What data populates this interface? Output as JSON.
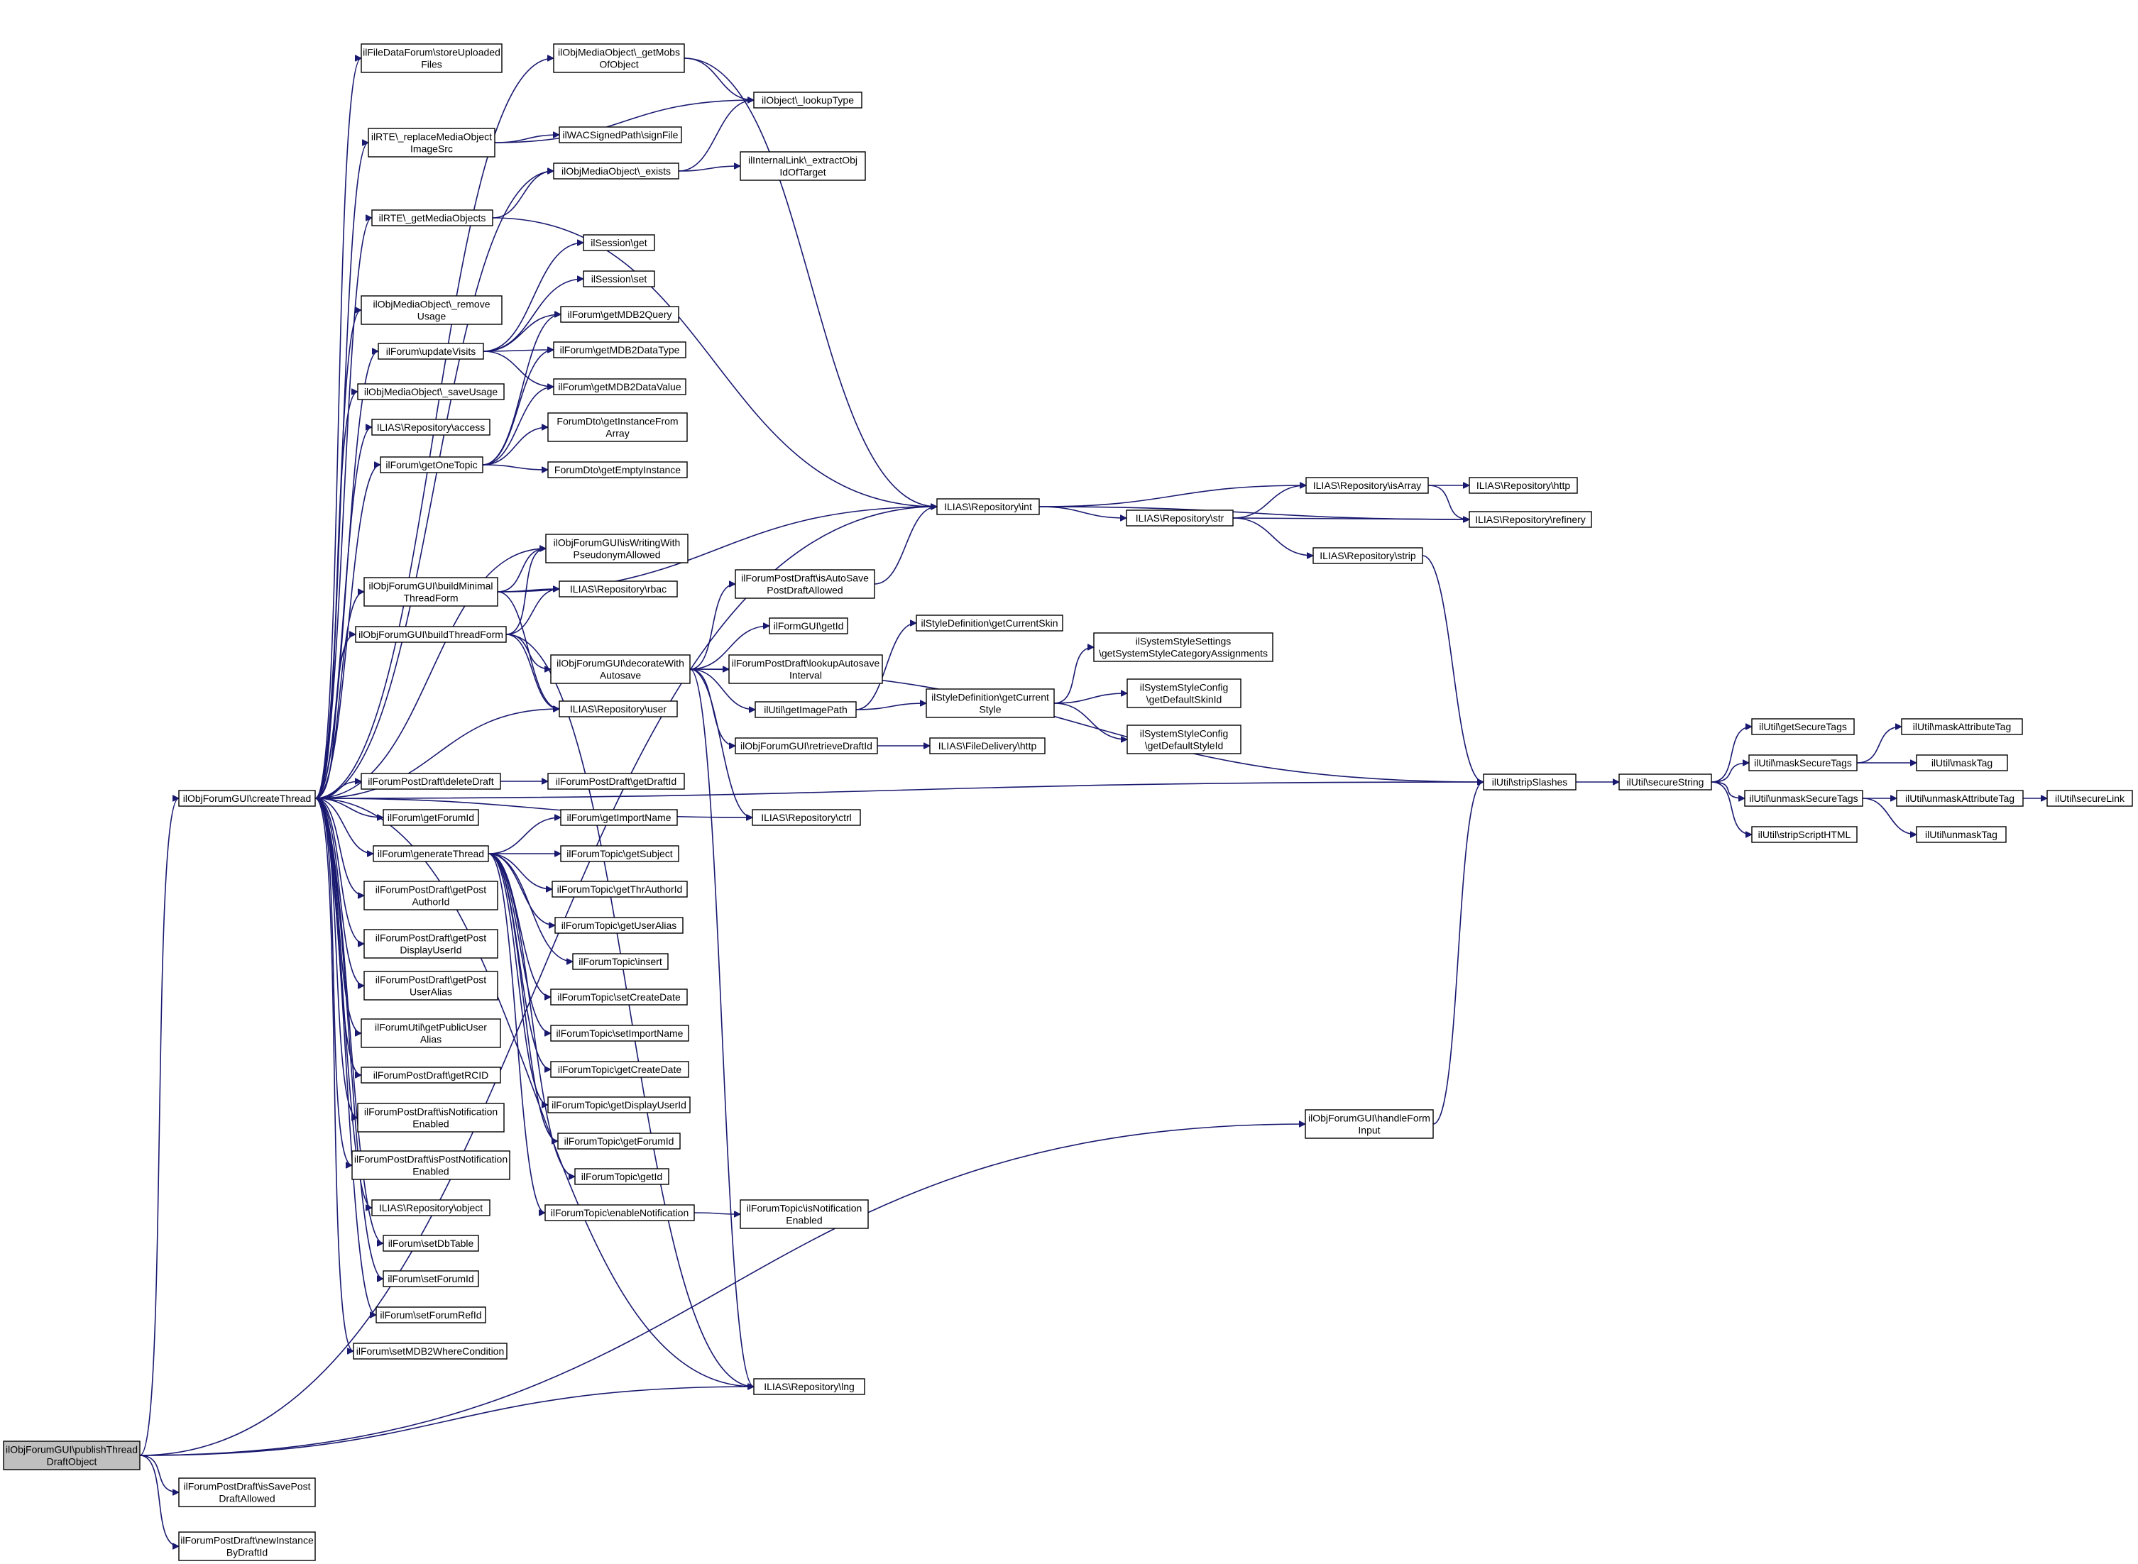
{
  "diagram": {
    "nodes": [
      {
        "id": "publishThreadDraftObject",
        "lines": [
          "ilObjForumGUI\\publishThread",
          "DraftObject"
        ],
        "root": true
      },
      {
        "id": "createThread",
        "lines": [
          "ilObjForumGUI\\createThread"
        ]
      },
      {
        "id": "isSavePostDraftAllowed",
        "lines": [
          "ilForumPostDraft\\isSavePost",
          "DraftAllowed"
        ]
      },
      {
        "id": "newInstanceByDraftId",
        "lines": [
          "ilForumPostDraft\\newInstance",
          "ByDraftId"
        ]
      },
      {
        "id": "storeUploadedFiles",
        "lines": [
          "ilFileDataForum\\storeUploaded",
          "Files"
        ]
      },
      {
        "id": "replaceMediaObjectImageSrc",
        "lines": [
          "ilRTE\\_replaceMediaObject",
          "ImageSrc"
        ]
      },
      {
        "id": "getMediaObjects",
        "lines": [
          "ilRTE\\_getMediaObjects"
        ]
      },
      {
        "id": "removeUsage",
        "lines": [
          "ilObjMediaObject\\_remove",
          "Usage"
        ]
      },
      {
        "id": "updateVisits",
        "lines": [
          "ilForum\\updateVisits"
        ]
      },
      {
        "id": "saveUsage",
        "lines": [
          "ilObjMediaObject\\_saveUsage"
        ]
      },
      {
        "id": "repoAccess",
        "lines": [
          "ILIAS\\Repository\\access"
        ]
      },
      {
        "id": "getOneTopic",
        "lines": [
          "ilForum\\getOneTopic"
        ]
      },
      {
        "id": "buildMinimalThreadForm",
        "lines": [
          "ilObjForumGUI\\buildMinimal",
          "ThreadForm"
        ]
      },
      {
        "id": "buildThreadForm",
        "lines": [
          "ilObjForumGUI\\buildThreadForm"
        ]
      },
      {
        "id": "deleteDraft",
        "lines": [
          "ilForumPostDraft\\deleteDraft"
        ]
      },
      {
        "id": "getForumId",
        "lines": [
          "ilForum\\getForumId"
        ]
      },
      {
        "id": "generateThread",
        "lines": [
          "ilForum\\generateThread"
        ]
      },
      {
        "id": "getPostAuthorId",
        "lines": [
          "ilForumPostDraft\\getPost",
          "AuthorId"
        ]
      },
      {
        "id": "getPostDisplayUserId",
        "lines": [
          "ilForumPostDraft\\getPost",
          "DisplayUserId"
        ]
      },
      {
        "id": "getPostUserAlias",
        "lines": [
          "ilForumPostDraft\\getPost",
          "UserAlias"
        ]
      },
      {
        "id": "getPublicUserAlias",
        "lines": [
          "ilForumUtil\\getPublicUser",
          "Alias"
        ]
      },
      {
        "id": "getRCID",
        "lines": [
          "ilForumPostDraft\\getRCID"
        ]
      },
      {
        "id": "isNotificationEnabled",
        "lines": [
          "ilForumPostDraft\\isNotification",
          "Enabled"
        ]
      },
      {
        "id": "isPostNotificationEnabled",
        "lines": [
          "ilForumPostDraft\\isPostNotification",
          "Enabled"
        ]
      },
      {
        "id": "repoObject",
        "lines": [
          "ILIAS\\Repository\\object"
        ]
      },
      {
        "id": "setDbTable",
        "lines": [
          "ilForum\\setDbTable"
        ]
      },
      {
        "id": "setForumId",
        "lines": [
          "ilForum\\setForumId"
        ]
      },
      {
        "id": "setForumRefId",
        "lines": [
          "ilForum\\setForumRefId"
        ]
      },
      {
        "id": "setMDB2WhereCondition",
        "lines": [
          "ilForum\\setMDB2WhereCondition"
        ]
      },
      {
        "id": "getMobsOfObject",
        "lines": [
          "ilObjMediaObject\\_getMobs",
          "OfObject"
        ]
      },
      {
        "id": "signFile",
        "lines": [
          "ilWACSignedPath\\signFile"
        ]
      },
      {
        "id": "mobExists",
        "lines": [
          "ilObjMediaObject\\_exists"
        ]
      },
      {
        "id": "sessionGet",
        "lines": [
          "ilSession\\get"
        ]
      },
      {
        "id": "sessionSet",
        "lines": [
          "ilSession\\set"
        ]
      },
      {
        "id": "getMDB2Query",
        "lines": [
          "ilForum\\getMDB2Query"
        ]
      },
      {
        "id": "getMDB2DataType",
        "lines": [
          "ilForum\\getMDB2DataType"
        ]
      },
      {
        "id": "getMDB2DataValue",
        "lines": [
          "ilForum\\getMDB2DataValue"
        ]
      },
      {
        "id": "getInstanceFromArray",
        "lines": [
          "ForumDto\\getInstanceFrom",
          "Array"
        ]
      },
      {
        "id": "getEmptyInstance",
        "lines": [
          "ForumDto\\getEmptyInstance"
        ]
      },
      {
        "id": "isWritingWithPseudonymAllowed",
        "lines": [
          "ilObjForumGUI\\isWritingWith",
          "PseudonymAllowed"
        ]
      },
      {
        "id": "repoRbac",
        "lines": [
          "ILIAS\\Repository\\rbac"
        ]
      },
      {
        "id": "decorateWithAutosave",
        "lines": [
          "ilObjForumGUI\\decorateWith",
          "Autosave"
        ]
      },
      {
        "id": "repoUser",
        "lines": [
          "ILIAS\\Repository\\user"
        ]
      },
      {
        "id": "getDraftId",
        "lines": [
          "ilForumPostDraft\\getDraftId"
        ]
      },
      {
        "id": "getImportName",
        "lines": [
          "ilForum\\getImportName"
        ]
      },
      {
        "id": "getSubject",
        "lines": [
          "ilForumTopic\\getSubject"
        ]
      },
      {
        "id": "getThrAuthorId",
        "lines": [
          "ilForumTopic\\getThrAuthorId"
        ]
      },
      {
        "id": "getUserAlias",
        "lines": [
          "ilForumTopic\\getUserAlias"
        ]
      },
      {
        "id": "topicInsert",
        "lines": [
          "ilForumTopic\\insert"
        ]
      },
      {
        "id": "setCreateDate",
        "lines": [
          "ilForumTopic\\setCreateDate"
        ]
      },
      {
        "id": "setImportName",
        "lines": [
          "ilForumTopic\\setImportName"
        ]
      },
      {
        "id": "getCreateDate",
        "lines": [
          "ilForumTopic\\getCreateDate"
        ]
      },
      {
        "id": "getDisplayUserId",
        "lines": [
          "ilForumTopic\\getDisplayUserId"
        ]
      },
      {
        "id": "topicGetForumId",
        "lines": [
          "ilForumTopic\\getForumId"
        ]
      },
      {
        "id": "topicGetId",
        "lines": [
          "ilForumTopic\\getId"
        ]
      },
      {
        "id": "enableNotification",
        "lines": [
          "ilForumTopic\\enableNotification"
        ]
      },
      {
        "id": "repoLng",
        "lines": [
          "ILIAS\\Repository\\lng"
        ]
      },
      {
        "id": "lookupType",
        "lines": [
          "ilObject\\_lookupType"
        ]
      },
      {
        "id": "extractObjIdOfTarget",
        "lines": [
          "ilInternalLink\\_extractObj",
          "IdOfTarget"
        ]
      },
      {
        "id": "isAutoSavePostDraftAllowed",
        "lines": [
          "ilForumPostDraft\\isAutoSave",
          "PostDraftAllowed"
        ]
      },
      {
        "id": "formGetId",
        "lines": [
          "ilFormGUI\\getId"
        ]
      },
      {
        "id": "lookupAutosaveInterval",
        "lines": [
          "ilForumPostDraft\\lookupAutosave",
          "Interval"
        ]
      },
      {
        "id": "getImagePath",
        "lines": [
          "ilUtil\\getImagePath"
        ]
      },
      {
        "id": "retrieveDraftId",
        "lines": [
          "ilObjForumGUI\\retrieveDraftId"
        ]
      },
      {
        "id": "repoCtrl",
        "lines": [
          "ILIAS\\Repository\\ctrl"
        ]
      },
      {
        "id": "topicIsNotificationEnabled",
        "lines": [
          "ilForumTopic\\isNotification",
          "Enabled"
        ]
      },
      {
        "id": "repoInt",
        "lines": [
          "ILIAS\\Repository\\int"
        ]
      },
      {
        "id": "getCurrentSkin",
        "lines": [
          "ilStyleDefinition\\getCurrentSkin"
        ]
      },
      {
        "id": "getCurrentStyle",
        "lines": [
          "ilStyleDefinition\\getCurrent",
          "Style"
        ]
      },
      {
        "id": "fileDeliveryHttp",
        "lines": [
          "ILIAS\\FileDelivery\\http"
        ]
      },
      {
        "id": "repoStr",
        "lines": [
          "ILIAS\\Repository\\str"
        ]
      },
      {
        "id": "getSystemStyleCategoryAssignments",
        "lines": [
          "ilSystemStyleSettings",
          "\\getSystemStyleCategoryAssignments"
        ]
      },
      {
        "id": "getDefaultSkinId",
        "lines": [
          "ilSystemStyleConfig",
          "\\getDefaultSkinId"
        ]
      },
      {
        "id": "getDefaultStyleId",
        "lines": [
          "ilSystemStyleConfig",
          "\\getDefaultStyleId"
        ]
      },
      {
        "id": "handleFormInput",
        "lines": [
          "ilObjForumGUI\\handleForm",
          "Input"
        ]
      },
      {
        "id": "repoIsArray",
        "lines": [
          "ILIAS\\Repository\\isArray"
        ]
      },
      {
        "id": "repoStrip",
        "lines": [
          "ILIAS\\Repository\\strip"
        ]
      },
      {
        "id": "repoHttp",
        "lines": [
          "ILIAS\\Repository\\http"
        ]
      },
      {
        "id": "repoRefinery",
        "lines": [
          "ILIAS\\Repository\\refinery"
        ]
      },
      {
        "id": "stripSlashes",
        "lines": [
          "ilUtil\\stripSlashes"
        ]
      },
      {
        "id": "secureString",
        "lines": [
          "ilUtil\\secureString"
        ]
      },
      {
        "id": "getSecureTags",
        "lines": [
          "ilUtil\\getSecureTags"
        ]
      },
      {
        "id": "maskSecureTags",
        "lines": [
          "ilUtil\\maskSecureTags"
        ]
      },
      {
        "id": "unmaskSecureTags",
        "lines": [
          "ilUtil\\unmaskSecureTags"
        ]
      },
      {
        "id": "stripScriptHTML",
        "lines": [
          "ilUtil\\stripScriptHTML"
        ]
      },
      {
        "id": "maskAttributeTag",
        "lines": [
          "ilUtil\\maskAttributeTag"
        ]
      },
      {
        "id": "maskTag",
        "lines": [
          "ilUtil\\maskTag"
        ]
      },
      {
        "id": "unmaskAttributeTag",
        "lines": [
          "ilUtil\\unmaskAttributeTag"
        ]
      },
      {
        "id": "unmaskTag",
        "lines": [
          "ilUtil\\unmaskTag"
        ]
      },
      {
        "id": "secureLink",
        "lines": [
          "ilUtil\\secureLink"
        ]
      }
    ]
  }
}
